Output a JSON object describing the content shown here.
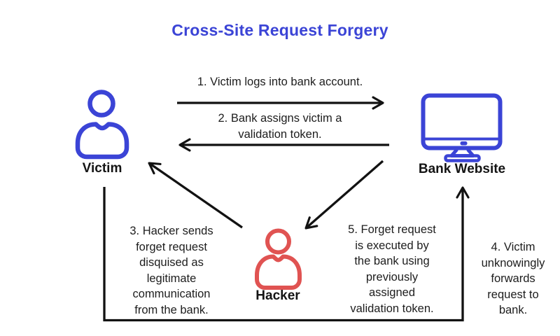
{
  "title": "Cross-Site Request Forgery",
  "colors": {
    "accent_blue": "#3B44D6",
    "accent_red": "#E05352",
    "line": "#121212",
    "text": "#1d1d1d"
  },
  "actors": {
    "victim": {
      "label": "Victim",
      "icon": "person-icon",
      "color": "#3B44D6"
    },
    "bank_website": {
      "label": "Bank Website",
      "icon": "monitor-icon",
      "color": "#3B44D6"
    },
    "hacker": {
      "label": "Hacker",
      "icon": "person-icon",
      "color": "#E05352"
    }
  },
  "steps": [
    {
      "id": 1,
      "from": "victim",
      "to": "bank_website",
      "text": "1. Victim logs into bank account."
    },
    {
      "id": 2,
      "from": "bank_website",
      "to": "victim",
      "text": "2. Bank assigns victim a\nvalidation token."
    },
    {
      "id": 3,
      "from": "hacker",
      "to": "victim",
      "text": "3. Hacker sends\nforget request\ndisquised as\nlegitimate\ncommunication\nfrom the bank."
    },
    {
      "id": 4,
      "from": "victim",
      "to": "bank_website",
      "text": "4. Victim\nunknowingly\nforwards\nrequest to\nbank."
    },
    {
      "id": 5,
      "from": "bank_website",
      "to": "hacker",
      "text": "5. Forget request\nis executed by\nthe bank using\npreviously\nassigned\nvalidation token."
    }
  ]
}
